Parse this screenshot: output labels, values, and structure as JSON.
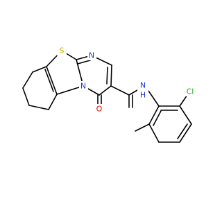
{
  "molecule": {
    "atoms": {
      "S": {
        "label": "S"
      },
      "N1": {
        "label": "N"
      },
      "N2": {
        "label": "N"
      },
      "O": {
        "label": "O"
      },
      "NH": {
        "label": "N",
        "sub": "H"
      },
      "Cl": {
        "label": "Cl"
      }
    }
  },
  "colors": {
    "bond": "#000000",
    "S": "#c8b400",
    "N": "#2233dd",
    "O": "#ee0000",
    "Cl": "#22aa22"
  }
}
